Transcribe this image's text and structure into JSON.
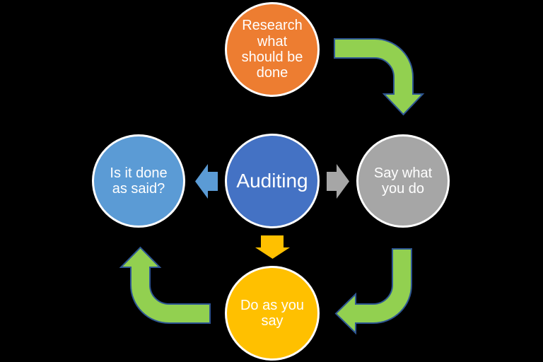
{
  "background_color": "#000000",
  "nodes": {
    "auditing": {
      "label": "Auditing",
      "color": "#4472C4",
      "text_color": "#FFFFFF"
    },
    "research": {
      "label": "Research what should be done",
      "lines": [
        "Research",
        "what",
        "should be",
        "done"
      ],
      "color": "#ED7D31",
      "text_color": "#FFFFFF"
    },
    "say": {
      "label": "Say what you do",
      "lines": [
        "Say what",
        "you do"
      ],
      "color": "#A6A6A6",
      "text_color": "#FFFFFF"
    },
    "do": {
      "label": "Do as you say",
      "lines": [
        "Do as you",
        "say"
      ],
      "color": "#FFC000",
      "text_color": "#FFFFFF"
    },
    "check": {
      "label": "Is it done as said?",
      "lines": [
        "Is it done",
        "as said?"
      ],
      "color": "#5B9BD5",
      "text_color": "#FFFFFF"
    }
  },
  "connectors": {
    "research_to_say": {
      "type": "elbow-arrow",
      "direction": "right-then-down",
      "color": "#92D050",
      "outline": "#2E5693"
    },
    "say_to_do": {
      "type": "elbow-arrow",
      "direction": "down-then-left",
      "color": "#92D050",
      "outline": "#2E5693"
    },
    "do_to_check": {
      "type": "elbow-arrow",
      "direction": "left-then-up",
      "color": "#92D050",
      "outline": "#2E5693"
    },
    "auditing_to_say": {
      "type": "block-arrow",
      "direction": "right",
      "color": "#A6A6A6"
    },
    "auditing_to_check": {
      "type": "block-arrow",
      "direction": "left",
      "color": "#5B9BD5"
    },
    "auditing_to_do": {
      "type": "block-arrow",
      "direction": "down",
      "color": "#FFC000"
    }
  }
}
